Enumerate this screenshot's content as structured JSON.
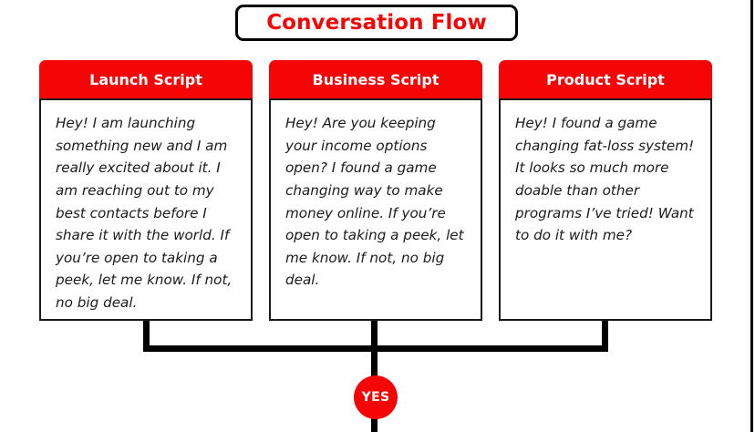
{
  "diagram": {
    "title": "Conversation Flow",
    "title_color": "#f50505",
    "accent_color": "#f50505",
    "border_color": "#000000",
    "header_text_color": "#ffffff"
  },
  "cards": [
    {
      "id": "launch",
      "header": "Launch Script",
      "body": "Hey! I am launching something new and I am really excited about it. I am reaching out to my best contacts before I share it with the world. If you’re open to taking a peek, let me know. If not, no big deal."
    },
    {
      "id": "business",
      "header": "Business Script",
      "body": "Hey! Are you keeping your income options open? I found a game changing way to make money online. If you’re open to taking a peek, let me know. If not, no big deal."
    },
    {
      "id": "product",
      "header": "Product Script",
      "body": "Hey! I found a game changing fat-loss system! It looks so much more doable than other programs I’ve tried! Want to do it with me?"
    }
  ],
  "decision": {
    "yes_label": "YES",
    "badge_color": "#f50505",
    "badge_text_color": "#ffffff"
  }
}
